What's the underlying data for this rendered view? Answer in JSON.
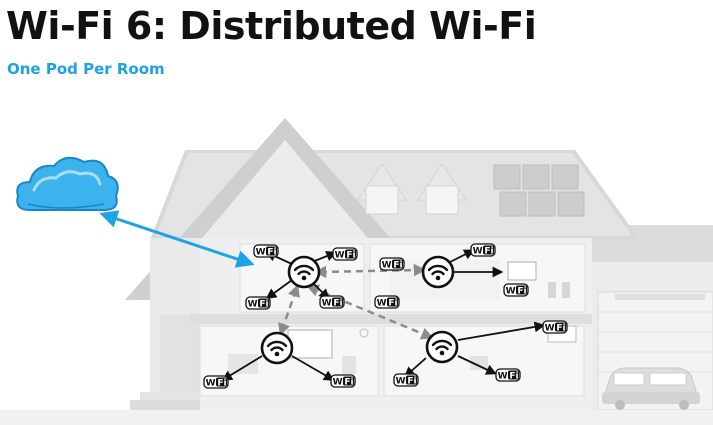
{
  "slide": {
    "title": "Wi-Fi 6: Distributed Wi-Fi",
    "subtitle": "One Pod Per Room"
  },
  "colors": {
    "accent": "#1ea1e6",
    "title": "#111111",
    "house": "#e6e6e6",
    "mesh_link": "#8c8c8c"
  },
  "diagram": {
    "badge_text": {
      "left": "Wi",
      "right": "Fi"
    },
    "icons": [
      "cloud-icon",
      "wifi-pod-icon",
      "wifi-badge-icon",
      "house-illustration",
      "car-icon",
      "solar-panel-icon"
    ]
  }
}
